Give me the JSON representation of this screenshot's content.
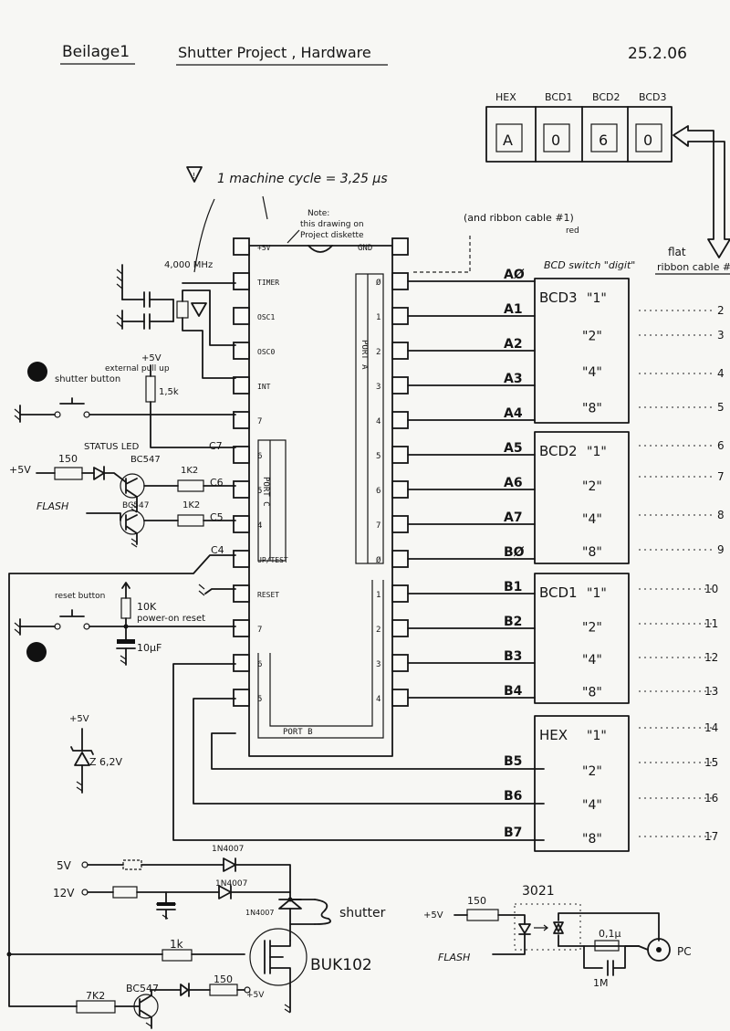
{
  "header": {
    "tag": "Beilage1",
    "title": "Shutter Project , Hardware",
    "date": "25.2.06"
  },
  "display": {
    "labels": [
      "HEX",
      "BCD1",
      "BCD2",
      "BCD3"
    ],
    "digits": [
      "A",
      "0",
      "6",
      "0"
    ]
  },
  "notes": {
    "cycle": "1 machine cycle = 3,25 µs",
    "note_title": "Note:",
    "note_line1": "this drawing on",
    "note_line2": "Project diskette",
    "ribbon_ref": "(and ribbon cable #1)",
    "ribbon_red": "red",
    "bcd_header": "BCD switch \"digit\"",
    "flat_line1": "flat",
    "flat_line2": "ribbon cable #"
  },
  "chip": {
    "left_pins": [
      "+5V",
      "TIMER",
      "OSC1",
      "OSC0",
      "INT",
      "7",
      "6",
      "5",
      "4",
      "UP/TEST",
      "RESET",
      "7",
      "6",
      "5"
    ],
    "right_pins": [
      "GND",
      "Ø",
      "1",
      "2",
      "3",
      "4",
      "5",
      "6",
      "7",
      "Ø",
      "1",
      "2",
      "3",
      "4"
    ],
    "port_a": "PORT A",
    "port_c": "PORT C",
    "port_b": "PORT B"
  },
  "left_side": {
    "crystal": "4,000 MHz",
    "button": "shutter button",
    "pullup": "external pull up",
    "plus5": "+5V",
    "r15k": "1,5k",
    "status": "STATUS LED",
    "r150": "150",
    "bc547": "BC547",
    "r1k2": "1K2",
    "flash": "FLASH",
    "c7": "C7",
    "c6": "C6",
    "c5": "C5",
    "c4": "C4",
    "reset": "reset button",
    "r10k": "10K",
    "por": "power-on reset",
    "cap": "10µF",
    "zener": "Z 6,2V",
    "plus5b": "+5V"
  },
  "right_side": {
    "a_labels": [
      "AØ",
      "A1",
      "A2",
      "A3",
      "A4",
      "A5",
      "A6",
      "A7"
    ],
    "b_labels": [
      "BØ",
      "B1",
      "B2",
      "B3",
      "B4",
      "B5",
      "B6",
      "B7"
    ],
    "groups": [
      "BCD3",
      "BCD2",
      "BCD1",
      "HEX"
    ],
    "weights": [
      "\"1\"",
      "\"2\"",
      "\"4\"",
      "\"8\""
    ],
    "ribbon_numbers": [
      "2",
      "3",
      "4",
      "5",
      "6",
      "7",
      "8",
      "9",
      "10",
      "11",
      "12",
      "13",
      "14",
      "15",
      "16",
      "17"
    ]
  },
  "bottom": {
    "v5": "5V",
    "v12": "12V",
    "d1": "1N4007",
    "d2": "1N4007",
    "d3": "1N4007",
    "shutter": "shutter",
    "r1k": "1k",
    "buk": "BUK102",
    "r7k2": "7K2",
    "bc547": "BC547",
    "r150": "150",
    "p5v": "+5V",
    "opto": "3021",
    "p5v_b": "+5V",
    "r150_b": "150",
    "flash": "FLASH",
    "cap01": "0,1µ",
    "r1m": "1M",
    "pc": "PC"
  }
}
